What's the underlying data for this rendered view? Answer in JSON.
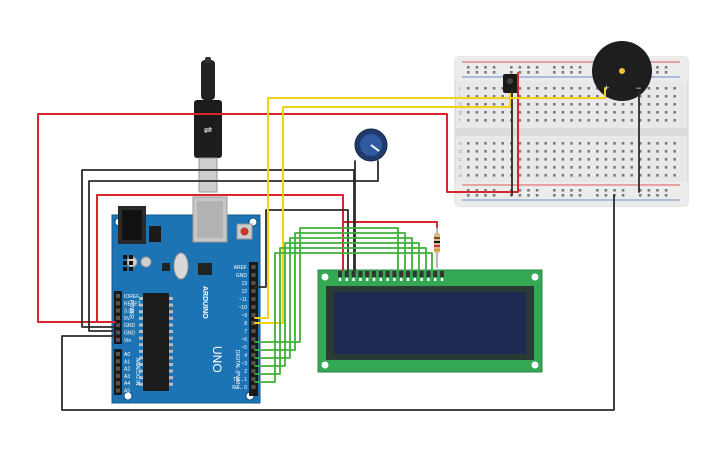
{
  "colors": {
    "background": "#ffffff",
    "wire_red": "#d6262b",
    "wire_black": "#2b2b2b",
    "wire_yellow": "#f2d117",
    "wire_green": "#3fb13a",
    "board_blue": "#1c74b4",
    "lcd_green": "#35a853",
    "lcd_screen": "#1f2a52",
    "breadboard": "#e8e8e8"
  },
  "icons": {
    "usb_cable": "usb-cable-icon",
    "potentiometer": "potentiometer-icon",
    "buzzer": "buzzer-icon",
    "sensor": "sensor-icon",
    "resistor": "resistor-icon"
  },
  "arduino": {
    "brand": "ARDUINO",
    "model": "UNO",
    "header_labels": [
      "AREF",
      "GND",
      "13",
      "12",
      "~11",
      "~10",
      "~9",
      "8",
      "7",
      "~6",
      "~5",
      "4",
      "~3",
      "2",
      "TX→1",
      "RX←0"
    ],
    "digital_label": "DIGITAL (PWM~)",
    "power_labels": [
      "IOREF",
      "RESET",
      "3.3V",
      "5V",
      "GND",
      "GND",
      "Vin"
    ],
    "power_label": "POWER",
    "analog_labels": [
      "A0",
      "A1",
      "A2",
      "A3",
      "A4",
      "A5"
    ],
    "analog_label": "ANALOG IN"
  },
  "buzzer": {
    "plus": "+",
    "minus": "−"
  },
  "breadboard": {
    "row_letters_top": [
      "j",
      "i",
      "h",
      "g",
      "f"
    ],
    "row_letters_bottom": [
      "e",
      "d",
      "c",
      "b",
      "a"
    ]
  }
}
